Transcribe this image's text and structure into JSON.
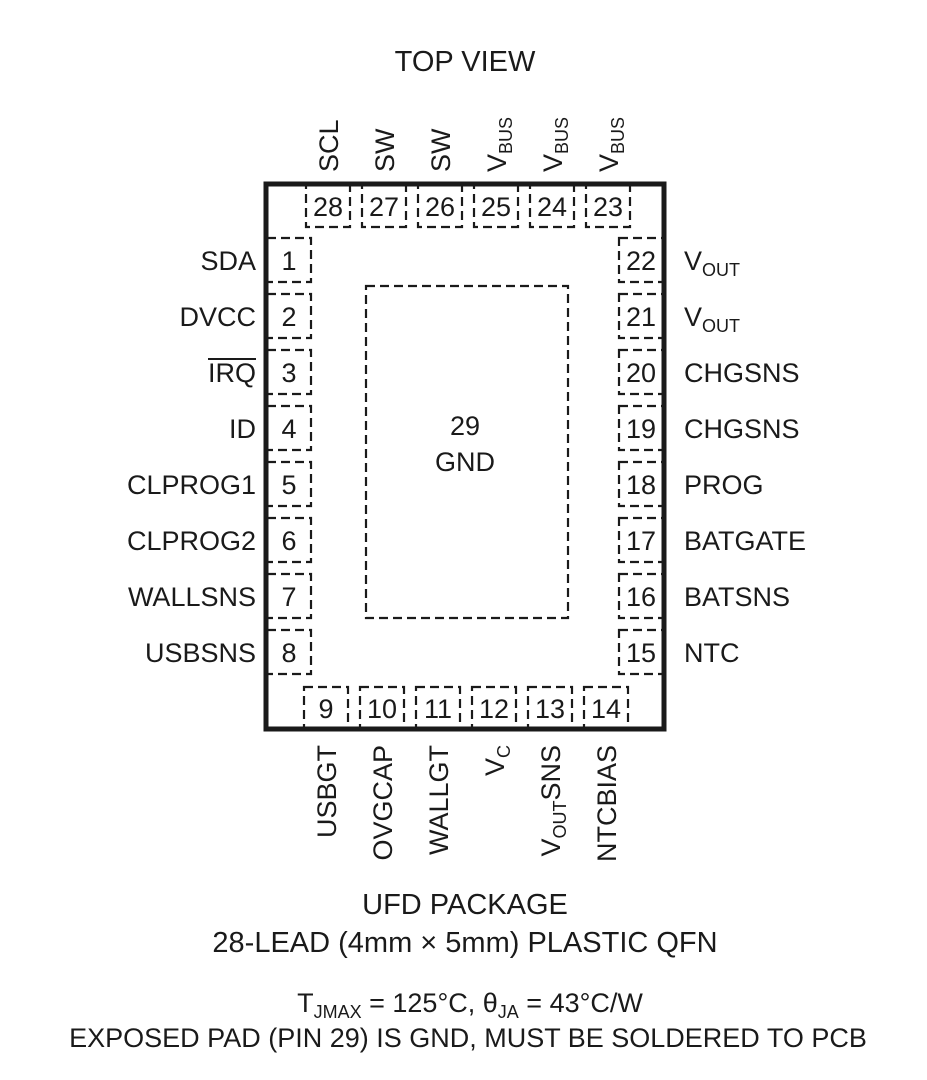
{
  "title": "TOP VIEW",
  "exposed_pad": {
    "number": "29",
    "name": "GND"
  },
  "pins": {
    "top": [
      {
        "num": "28",
        "name": "SCL",
        "sub": ""
      },
      {
        "num": "27",
        "name": "SW",
        "sub": ""
      },
      {
        "num": "26",
        "name": "SW",
        "sub": ""
      },
      {
        "num": "25",
        "name": "V",
        "sub": "BUS"
      },
      {
        "num": "24",
        "name": "V",
        "sub": "BUS"
      },
      {
        "num": "23",
        "name": "V",
        "sub": "BUS"
      }
    ],
    "left": [
      {
        "num": "1",
        "name": "SDA",
        "overline": false
      },
      {
        "num": "2",
        "name": "DVCC",
        "overline": false
      },
      {
        "num": "3",
        "name": "IRQ",
        "overline": true
      },
      {
        "num": "4",
        "name": "ID",
        "overline": false
      },
      {
        "num": "5",
        "name": "CLPROG1",
        "overline": false
      },
      {
        "num": "6",
        "name": "CLPROG2",
        "overline": false
      },
      {
        "num": "7",
        "name": "WALLSNS",
        "overline": false
      },
      {
        "num": "8",
        "name": "USBSNS",
        "overline": false
      }
    ],
    "right": [
      {
        "num": "22",
        "name": "V",
        "sub": "OUT"
      },
      {
        "num": "21",
        "name": "V",
        "sub": "OUT"
      },
      {
        "num": "20",
        "name": "CHGSNS",
        "sub": ""
      },
      {
        "num": "19",
        "name": "CHGSNS",
        "sub": ""
      },
      {
        "num": "18",
        "name": "PROG",
        "sub": ""
      },
      {
        "num": "17",
        "name": "BATGATE",
        "sub": ""
      },
      {
        "num": "16",
        "name": "BATSNS",
        "sub": ""
      },
      {
        "num": "15",
        "name": "NTC",
        "sub": ""
      }
    ],
    "bottom": [
      {
        "num": "9",
        "name": "USBGT",
        "sub": "",
        "tail": ""
      },
      {
        "num": "10",
        "name": "OVGCAP",
        "sub": "",
        "tail": ""
      },
      {
        "num": "11",
        "name": "WALLGT",
        "sub": "",
        "tail": ""
      },
      {
        "num": "12",
        "name": "V",
        "sub": "C",
        "tail": ""
      },
      {
        "num": "13",
        "name": "V",
        "sub": "OUT",
        "tail": "SNS"
      },
      {
        "num": "14",
        "name": "NTCBIAS",
        "sub": "",
        "tail": ""
      }
    ]
  },
  "package": {
    "line1": "UFD PACKAGE",
    "line2": "28-LEAD (4mm × 5mm) PLASTIC QFN"
  },
  "thermal": {
    "tj_symbol": "T",
    "tj_sub": "JMAX",
    "tj_value": " = 125°C, ",
    "theta_symbol": "θ",
    "theta_sub": "JA",
    "theta_value": " = 43°C/W"
  },
  "note": "EXPOSED PAD (PIN 29) IS GND, MUST BE SOLDERED TO PCB"
}
